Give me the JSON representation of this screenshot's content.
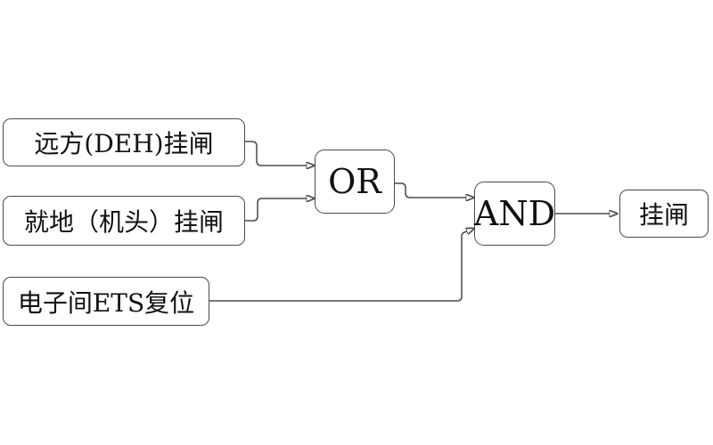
{
  "diagram": {
    "background_color": "#ffffff",
    "line_color": "#4a4a4a",
    "arrow_color": "#111111",
    "text_color": "#111111",
    "nodes": {
      "remote_latch": {
        "label": "远方(DEH)挂闸",
        "type": "input"
      },
      "local_latch": {
        "label": "就地（机头）挂闸",
        "type": "input"
      },
      "ets_reset": {
        "label": "电子间ETS复位",
        "type": "input"
      },
      "or_gate": {
        "label": "OR",
        "type": "gate"
      },
      "and_gate": {
        "label": "AND",
        "type": "gate"
      },
      "latch_output": {
        "label": "挂闸",
        "type": "output"
      }
    },
    "connections": [
      {
        "from": "remote_latch",
        "to": "or_gate"
      },
      {
        "from": "local_latch",
        "to": "or_gate"
      },
      {
        "from": "or_gate",
        "to": "and_gate"
      },
      {
        "from": "ets_reset",
        "to": "and_gate"
      },
      {
        "from": "and_gate",
        "to": "latch_output"
      }
    ]
  }
}
